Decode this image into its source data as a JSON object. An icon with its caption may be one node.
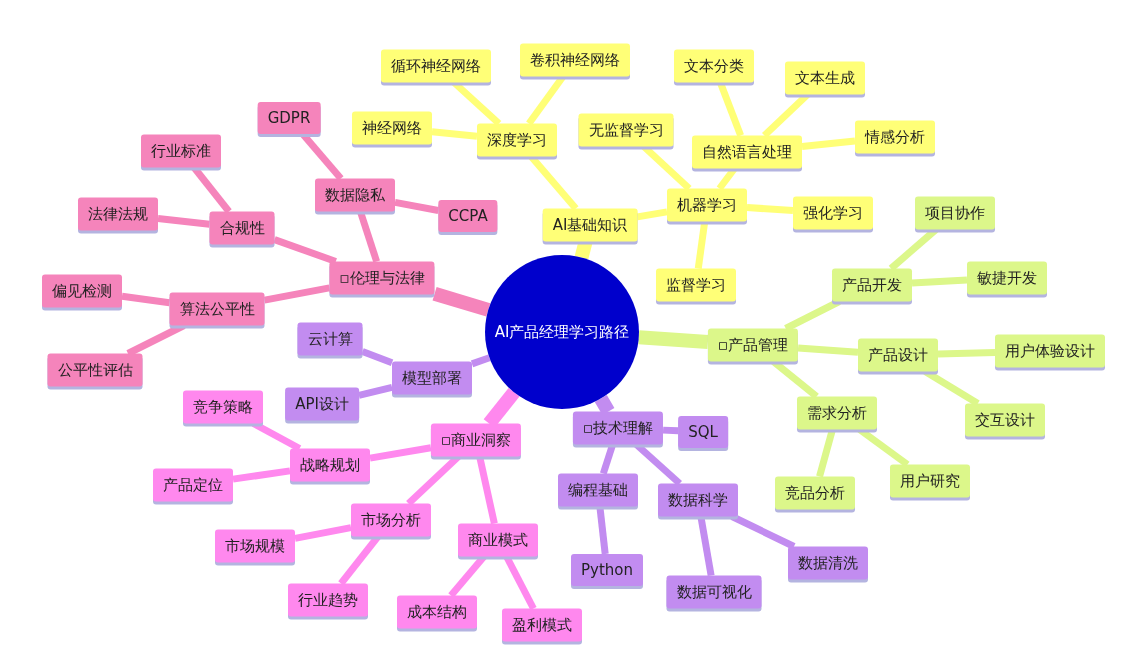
{
  "diagram": {
    "nodes": [
      {
        "text": [
          "AI产品经理学习路径"
        ]
      },
      {
        "text": [
          "AI基础知识"
        ]
      },
      {
        "text": [
          "深度学习"
        ]
      },
      {
        "text": [
          "神经网络"
        ]
      },
      {
        "text": [
          "循环神经网络"
        ]
      },
      {
        "text": [
          "卷积神经网络"
        ]
      },
      {
        "text": [
          "机器学习"
        ]
      },
      {
        "text": [
          "无监督学习"
        ]
      },
      {
        "text": [
          "自然语言处理"
        ]
      },
      {
        "text": [
          "文本分类"
        ]
      },
      {
        "text": [
          "文本生成"
        ]
      },
      {
        "text": [
          "情感分析"
        ]
      },
      {
        "text": [
          "强化学习"
        ]
      },
      {
        "text": [
          "监督学习"
        ]
      },
      {
        "text": [
          "▫产品管理"
        ]
      },
      {
        "text": [
          "产品开发"
        ]
      },
      {
        "text": [
          "项目协作"
        ]
      },
      {
        "text": [
          "敏捷开发"
        ]
      },
      {
        "text": [
          "产品设计"
        ]
      },
      {
        "text": [
          "用户体验设计"
        ]
      },
      {
        "text": [
          "交互设计"
        ]
      },
      {
        "text": [
          "需求分析"
        ]
      },
      {
        "text": [
          "竞品分析"
        ]
      },
      {
        "text": [
          "用户研究"
        ]
      },
      {
        "text": [
          "▫技术理解"
        ]
      },
      {
        "text": [
          "SQL"
        ]
      },
      {
        "text": [
          "编程基础"
        ]
      },
      {
        "text": [
          "Python"
        ]
      },
      {
        "text": [
          "数据科学"
        ]
      },
      {
        "text": [
          "数据可视化"
        ]
      },
      {
        "text": [
          "数据清洗"
        ]
      },
      {
        "text": [
          "模型部署"
        ]
      },
      {
        "text": [
          "云计算"
        ]
      },
      {
        "text": [
          "API设计"
        ]
      },
      {
        "text": [
          "▫商业洞察"
        ]
      },
      {
        "text": [
          "战略规划"
        ]
      },
      {
        "text": [
          "竞争策略"
        ]
      },
      {
        "text": [
          "产品定位"
        ]
      },
      {
        "text": [
          "市场分析"
        ]
      },
      {
        "text": [
          "市场规模"
        ]
      },
      {
        "text": [
          "行业趋势"
        ]
      },
      {
        "text": [
          "商业模式"
        ]
      },
      {
        "text": [
          "成本结构"
        ]
      },
      {
        "text": [
          "盈利模式"
        ]
      },
      {
        "text": [
          "▫伦理与法律"
        ]
      },
      {
        "text": [
          "数据隐私"
        ]
      },
      {
        "text": [
          "GDPR"
        ]
      },
      {
        "text": [
          "CCPA"
        ]
      },
      {
        "text": [
          "合规性"
        ]
      },
      {
        "text": [
          "行业标准"
        ]
      },
      {
        "text": [
          "法律法规"
        ]
      },
      {
        "text": [
          "算法公平性"
        ]
      },
      {
        "text": [
          "偏见检测"
        ]
      },
      {
        "text": [
          "公平性评估"
        ]
      }
    ],
    "edges": [
      {
        "from": 0,
        "to": 1,
        "arrow": "none",
        "style": "thick",
        "color": "#ffff77"
      },
      {
        "from": 1,
        "to": 2,
        "arrow": "none",
        "color": "#ffff77"
      },
      {
        "from": 2,
        "to": 3,
        "arrow": "none",
        "color": "#ffff77"
      },
      {
        "from": 2,
        "to": 4,
        "arrow": "none",
        "color": "#ffff77"
      },
      {
        "from": 2,
        "to": 5,
        "arrow": "none",
        "color": "#ffff77"
      },
      {
        "from": 1,
        "to": 6,
        "arrow": "none",
        "color": "#ffff77"
      },
      {
        "from": 6,
        "to": 7,
        "arrow": "none",
        "color": "#ffff77"
      },
      {
        "from": 6,
        "to": 8,
        "arrow": "none",
        "color": "#ffff77"
      },
      {
        "from": 8,
        "to": 9,
        "arrow": "none",
        "color": "#ffff77"
      },
      {
        "from": 8,
        "to": 10,
        "arrow": "none",
        "color": "#ffff77"
      },
      {
        "from": 8,
        "to": 11,
        "arrow": "none",
        "color": "#ffff77"
      },
      {
        "from": 6,
        "to": 12,
        "arrow": "none",
        "color": "#ffff77"
      },
      {
        "from": 6,
        "to": 13,
        "arrow": "none",
        "color": "#ffff77"
      },
      {
        "from": 0,
        "to": 14,
        "arrow": "none",
        "style": "thick",
        "color": "#dcf78a"
      },
      {
        "from": 14,
        "to": 15,
        "arrow": "none",
        "color": "#dcf78a"
      },
      {
        "from": 15,
        "to": 16,
        "arrow": "none",
        "color": "#dcf78a"
      },
      {
        "from": 15,
        "to": 17,
        "arrow": "none",
        "color": "#dcf78a"
      },
      {
        "from": 14,
        "to": 18,
        "arrow": "none",
        "color": "#dcf78a"
      },
      {
        "from": 18,
        "to": 19,
        "arrow": "none",
        "color": "#dcf78a"
      },
      {
        "from": 18,
        "to": 20,
        "arrow": "none",
        "color": "#dcf78a"
      },
      {
        "from": 14,
        "to": 21,
        "arrow": "none",
        "color": "#dcf78a"
      },
      {
        "from": 21,
        "to": 22,
        "arrow": "none",
        "color": "#dcf78a"
      },
      {
        "from": 21,
        "to": 23,
        "arrow": "none",
        "color": "#dcf78a"
      },
      {
        "from": 0,
        "to": 24,
        "arrow": "none",
        "style": "thick",
        "color": "#c28cf0"
      },
      {
        "from": 24,
        "to": 25,
        "arrow": "none",
        "color": "#c28cf0"
      },
      {
        "from": 24,
        "to": 26,
        "arrow": "none",
        "color": "#c28cf0"
      },
      {
        "from": 26,
        "to": 27,
        "arrow": "none",
        "color": "#c28cf0"
      },
      {
        "from": 24,
        "to": 28,
        "arrow": "none",
        "color": "#c28cf0"
      },
      {
        "from": 28,
        "to": 29,
        "arrow": "none",
        "color": "#c28cf0"
      },
      {
        "from": 28,
        "to": 30,
        "arrow": "none",
        "color": "#c28cf0"
      },
      {
        "from": 0,
        "to": 31,
        "arrow": "none",
        "color": "#c28cf0"
      },
      {
        "from": 31,
        "to": 32,
        "arrow": "none",
        "color": "#c28cf0"
      },
      {
        "from": 31,
        "to": 33,
        "arrow": "none",
        "color": "#c28cf0"
      },
      {
        "from": 0,
        "to": 34,
        "arrow": "none",
        "style": "thick",
        "color": "#ff88ee"
      },
      {
        "from": 34,
        "to": 35,
        "arrow": "none",
        "color": "#ff88ee"
      },
      {
        "from": 35,
        "to": 36,
        "arrow": "none",
        "color": "#ff88ee"
      },
      {
        "from": 35,
        "to": 37,
        "arrow": "none",
        "color": "#ff88ee"
      },
      {
        "from": 34,
        "to": 38,
        "arrow": "none",
        "color": "#ff88ee"
      },
      {
        "from": 38,
        "to": 39,
        "arrow": "none",
        "color": "#ff88ee"
      },
      {
        "from": 38,
        "to": 40,
        "arrow": "none",
        "color": "#ff88ee"
      },
      {
        "from": 34,
        "to": 41,
        "arrow": "none",
        "color": "#ff88ee"
      },
      {
        "from": 41,
        "to": 42,
        "arrow": "none",
        "color": "#ff88ee"
      },
      {
        "from": 41,
        "to": 43,
        "arrow": "none",
        "color": "#ff88ee"
      },
      {
        "from": 0,
        "to": 44,
        "arrow": "none",
        "style": "thick",
        "color": "#f584bb"
      },
      {
        "from": 44,
        "to": 45,
        "arrow": "none",
        "color": "#f584bb"
      },
      {
        "from": 45,
        "to": 46,
        "arrow": "none",
        "color": "#f584bb"
      },
      {
        "from": 45,
        "to": 47,
        "arrow": "none",
        "color": "#f584bb"
      },
      {
        "from": 44,
        "to": 48,
        "arrow": "none",
        "color": "#f584bb"
      },
      {
        "from": 48,
        "to": 49,
        "arrow": "none",
        "color": "#f584bb"
      },
      {
        "from": 48,
        "to": 50,
        "arrow": "none",
        "color": "#f584bb"
      },
      {
        "from": 44,
        "to": 51,
        "arrow": "none",
        "color": "#f584bb"
      },
      {
        "from": 51,
        "to": 52,
        "arrow": "none",
        "color": "#f584bb"
      },
      {
        "from": 51,
        "to": 53,
        "arrow": "none",
        "color": "#f584bb"
      }
    ]
  }
}
